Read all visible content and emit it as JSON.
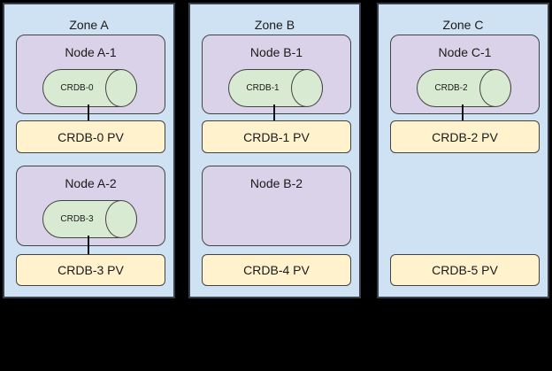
{
  "colors": {
    "canvas_bg": "#000000",
    "zone_fill": "#cfe2f3",
    "zone_border": "#37404c",
    "node_fill": "#d9d2e9",
    "node_border": "#434343",
    "cylinder_fill": "#d9ead3",
    "cylinder_border": "#434343",
    "pv_fill": "#fff2cc",
    "pv_border": "#434343",
    "connector": "#111111",
    "text": "#1a1a1a"
  },
  "zones": [
    {
      "title": "Zone A",
      "rows": [
        {
          "node": {
            "label": "Node A-1",
            "pod": "CRDB-0"
          },
          "pv": {
            "label": "CRDB-0 PV"
          },
          "connected": true
        },
        {
          "node": {
            "label": "Node A-2",
            "pod": "CRDB-3"
          },
          "pv": {
            "label": "CRDB-3 PV"
          },
          "connected": true
        }
      ]
    },
    {
      "title": "Zone B",
      "rows": [
        {
          "node": {
            "label": "Node B-1",
            "pod": "CRDB-1"
          },
          "pv": {
            "label": "CRDB-1 PV"
          },
          "connected": true
        },
        {
          "node": {
            "label": "Node B-2",
            "pod": null
          },
          "pv": {
            "label": "CRDB-4 PV"
          },
          "connected": false
        }
      ]
    },
    {
      "title": "Zone C",
      "rows": [
        {
          "node": {
            "label": "Node C-1",
            "pod": "CRDB-2"
          },
          "pv": {
            "label": "CRDB-2 PV"
          },
          "connected": true
        },
        {
          "node": null,
          "pv": {
            "label": "CRDB-5 PV"
          },
          "connected": false
        }
      ]
    }
  ]
}
